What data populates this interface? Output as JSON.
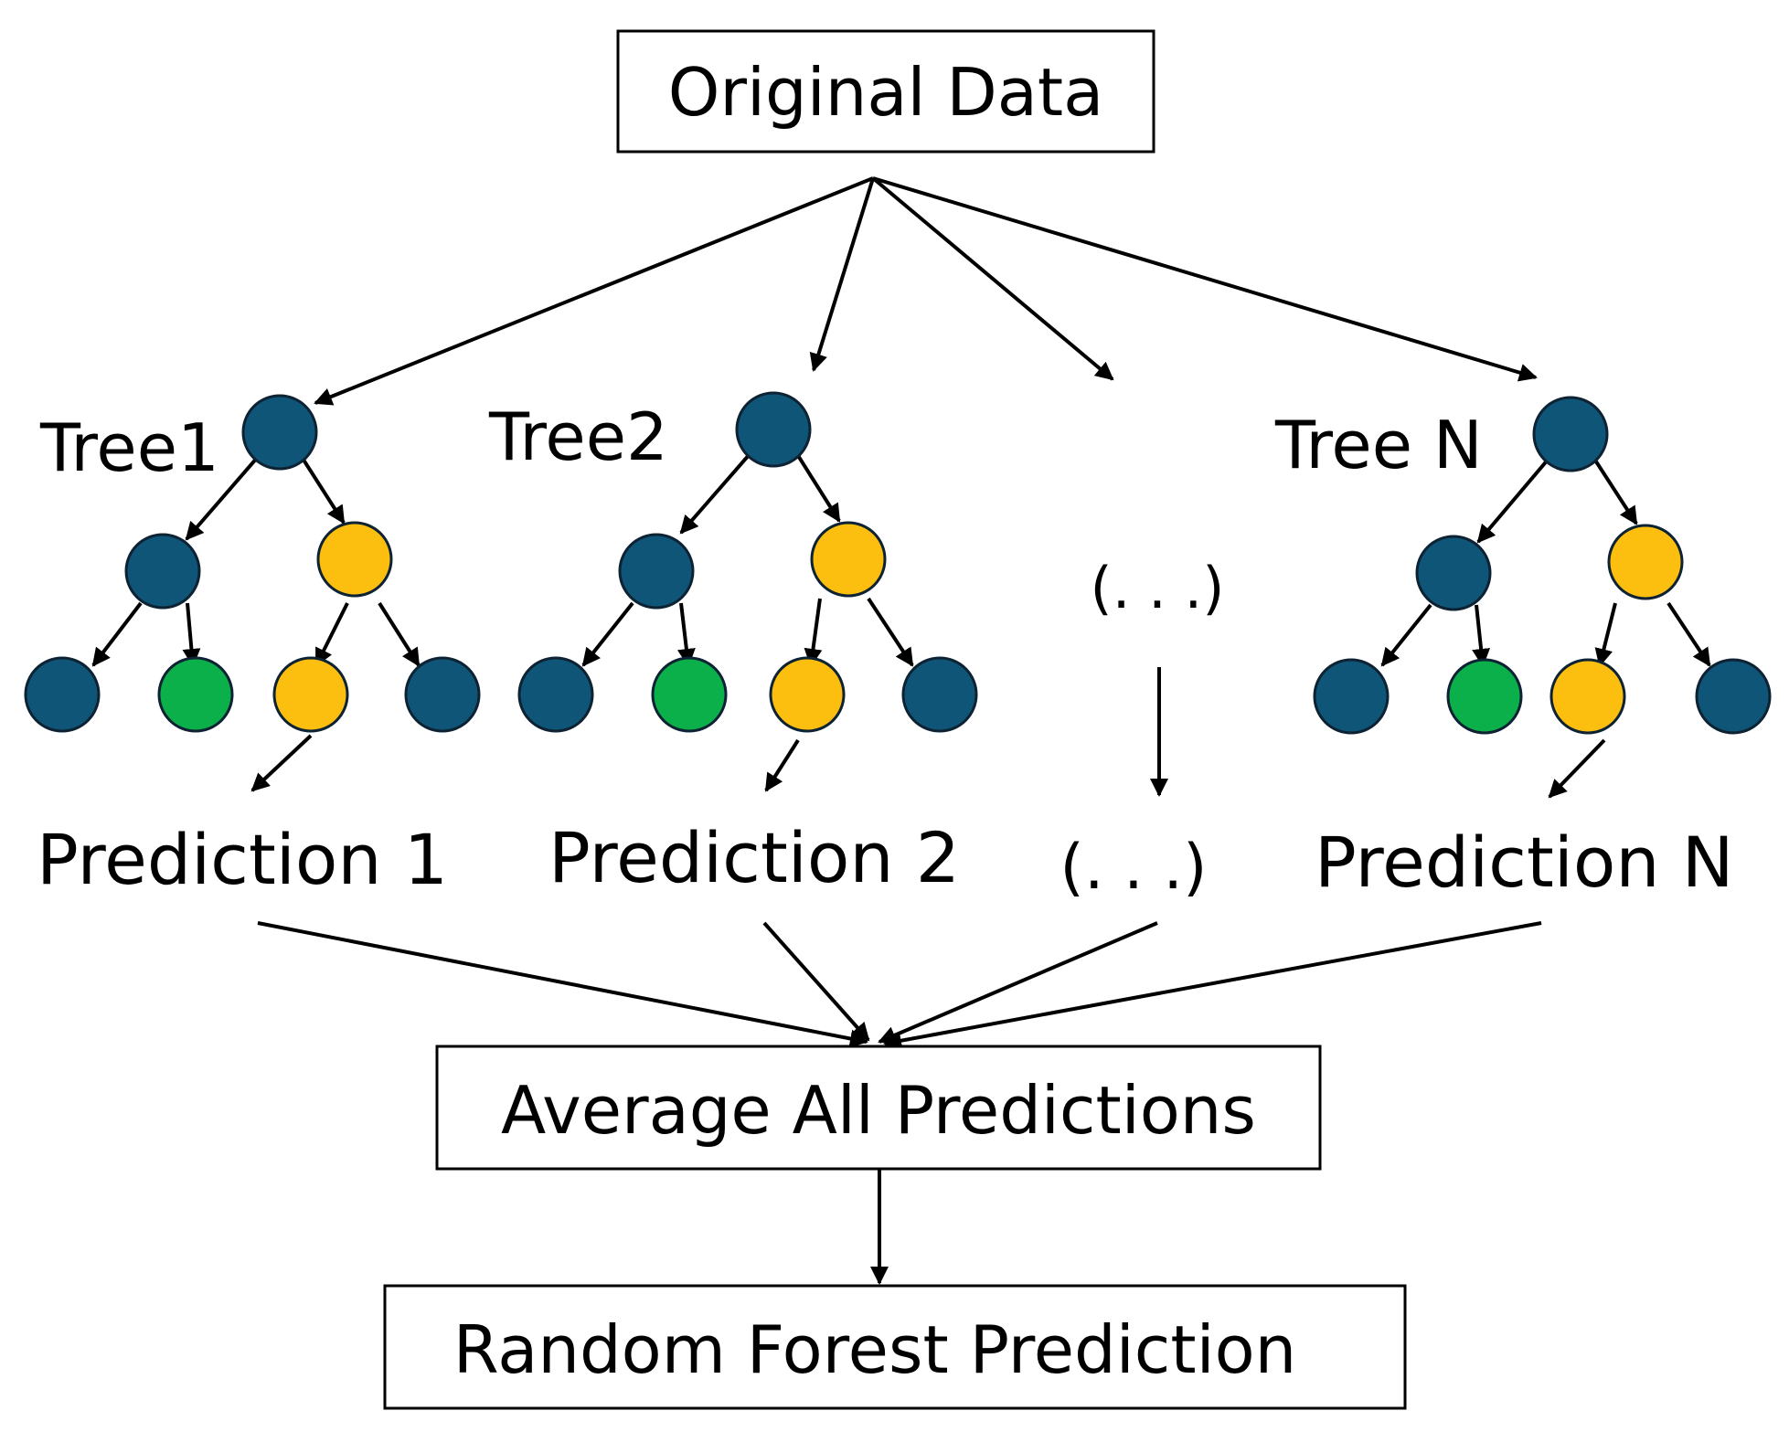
{
  "original_data_label": "Original Data",
  "average_label": "Average All Predictions",
  "final_label": "Random Forest Prediction",
  "ellipsis": "(. . .)",
  "trees": [
    {
      "label": "Tree1",
      "prediction": "Prediction 1"
    },
    {
      "label": "Tree2",
      "prediction": "Prediction 2"
    },
    {
      "label": "Tree N",
      "prediction": "Prediction N"
    }
  ],
  "colors": {
    "node_dark": "#0f5577",
    "node_yellow": "#fdbf0f",
    "node_green": "#0bb04b",
    "node_outline": "#0d2233"
  }
}
